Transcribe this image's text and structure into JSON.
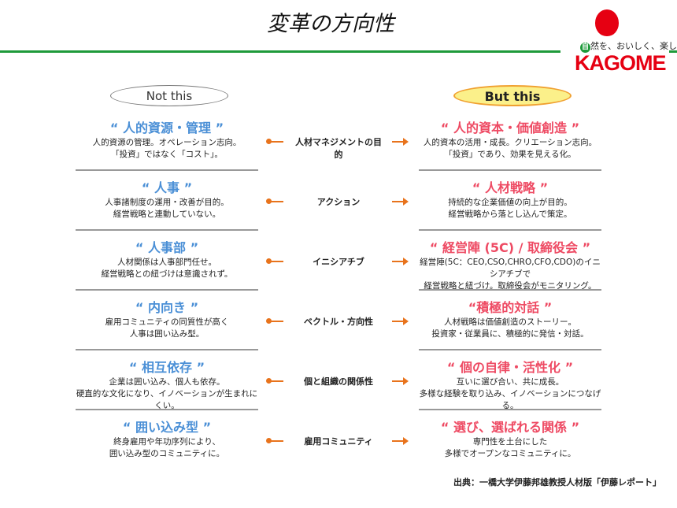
{
  "title": "変革の方向性",
  "logo": {
    "tagline_mark": "自",
    "tagline": "然を、おいしく、楽しく。",
    "brand": "KAGOME"
  },
  "colors": {
    "green": "#1e9a3a",
    "left_head": "#4a8fd6",
    "right_head": "#ee4a63",
    "arrow": "#e8731c",
    "but_fill": "#fbf08a"
  },
  "not_this": "Not this",
  "but_this": "But this",
  "rows": [
    {
      "left_head": "“ 人的資源・管理 ”",
      "left_desc": [
        "人的資源の管理。オペレーション志向。",
        "「投資」ではなく「コスト」。"
      ],
      "mid": "人材マネジメントの目的",
      "right_head": "“ 人的資本・価値創造 ”",
      "right_desc": [
        "人的資本の活用・成長。クリエーション志向。",
        "「投資」であり、効果を見える化。"
      ]
    },
    {
      "left_head": "“ 人事 ”",
      "left_desc": [
        "人事諸制度の運用・改善が目的。",
        "経営戦略と連動していない。"
      ],
      "mid": "アクション",
      "right_head": "“ 人材戦略 ”",
      "right_desc": [
        "持続的な企業価値の向上が目的。",
        "経営戦略から落とし込んで策定。"
      ]
    },
    {
      "left_head": "“ 人事部 ”",
      "left_desc": [
        "人材関係は人事部門任せ。",
        "経営戦略との紐づけは意識されず。"
      ],
      "mid": "イニシアチブ",
      "right_head": "“ 経営陣 (5C) / 取締役会 ”",
      "right_desc": [
        "経営陣(5C：CEO,CSO,CHRO,CFO,CDO)のイニシアチブで",
        "経営戦略と紐づけ。取締役会がモニタリング。"
      ]
    },
    {
      "left_head": "“ 内向き ”",
      "left_desc": [
        "雇用コミュニティの同質性が高く",
        "人事は囲い込み型。"
      ],
      "mid": "ベクトル・方向性",
      "right_head": "“積極的対話 ”",
      "right_desc": [
        "人材戦略は価値創造のストーリー。",
        "投資家・従業員に、積極的に発信・対話。"
      ]
    },
    {
      "left_head": "“ 相互依存 ”",
      "left_desc": [
        "企業は囲い込み、個人も依存。",
        "硬直的な文化になり、イノベーションが生まれにくい。"
      ],
      "mid": "個と組織の関係性",
      "right_head": "“ 個の自律・活性化 ”",
      "right_desc": [
        "互いに選び合い、共に成長。",
        "多様な経験を取り込み、イノベーションにつなげる。"
      ]
    },
    {
      "left_head": "“ 囲い込み型 ”",
      "left_desc": [
        "終身雇用や年功序列により、",
        "囲い込み型のコミュニティに。"
      ],
      "mid": "雇用コミュニティ",
      "right_head": "“ 選び、選ばれる関係 ”",
      "right_desc": [
        "専門性を土台にした",
        "多様でオープンなコミュニティに。"
      ]
    }
  ],
  "source": "出典：一橋大学伊藤邦雄教授人材版「伊藤レポート」"
}
